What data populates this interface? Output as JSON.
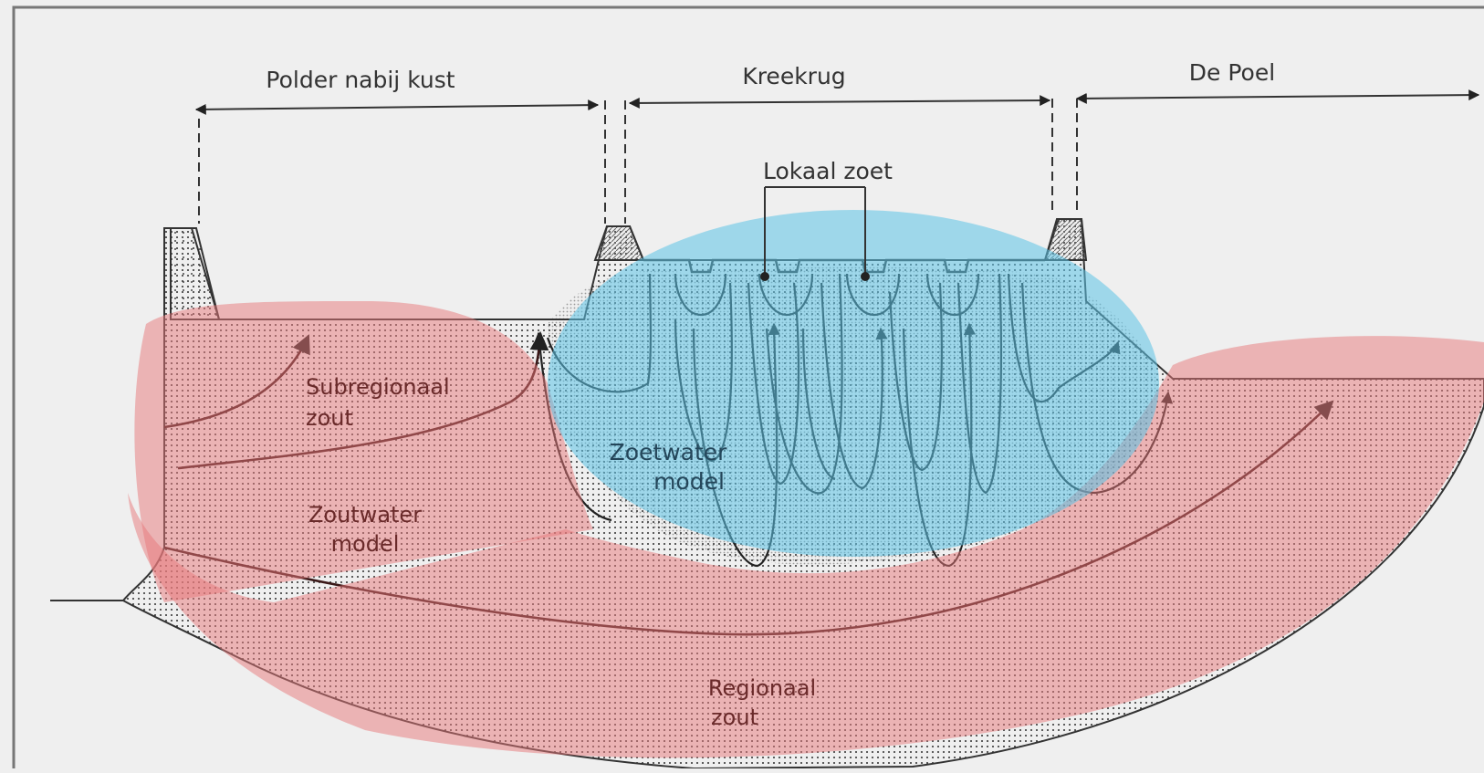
{
  "regions": {
    "polder": "Polder nabij kust",
    "kreekrug": "Kreekrug",
    "depoel": "De Poel"
  },
  "callout": "Lokaal zoet",
  "labels": {
    "subregionaal_1": "Subregionaal",
    "subregionaal_2": "zout",
    "zoutwater_1": "Zoutwater",
    "zoutwater_2": "model",
    "zoetwater_1": "Zoetwater",
    "zoetwater_2": "model",
    "regionaal_1": "Regionaal",
    "regionaal_2": "zout"
  },
  "colors": {
    "salt_overlay": "#e8777a",
    "fresh_overlay": "#5bc3e6",
    "background": "#efefef",
    "ink": "#333333"
  }
}
